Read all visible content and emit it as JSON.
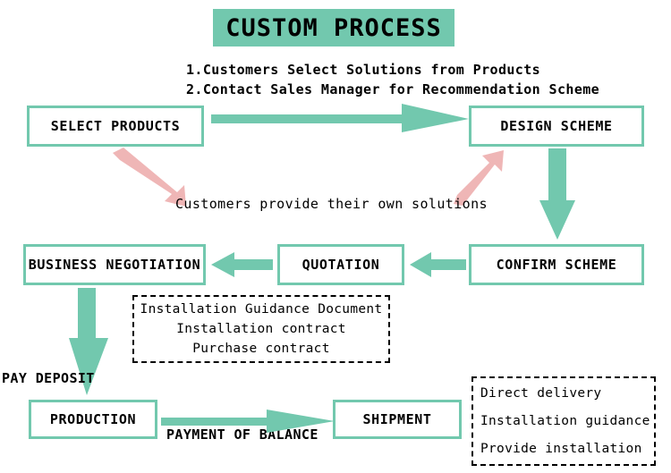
{
  "title": {
    "text": "CUSTOM PROCESS",
    "banner_color": "#72c8ae"
  },
  "intro": {
    "line1": "1.Customers Select Solutions from Products",
    "line2": "2.Contact Sales Manager for Recommendation Scheme"
  },
  "colors": {
    "green": "#72c8ae",
    "pink": "#efb6b6",
    "text": "#000000",
    "background": "#ffffff"
  },
  "boxes": {
    "select_products": "SELECT PRODUCTS",
    "design_scheme": "DESIGN SCHEME",
    "confirm_scheme": "CONFIRM SCHEME",
    "quotation": "QUOTATION",
    "business_negotiation": "BUSINESS NEGOTIATION",
    "production": "PRODUCTION",
    "shipment": "SHIPMENT"
  },
  "labels": {
    "own_solutions": "Customers provide their own solutions",
    "pay_deposit": "PAY DEPOSIT",
    "payment_of_balance": "PAYMENT OF BALANCE"
  },
  "notes": {
    "documents": [
      "Installation Guidance Document",
      "Installation contract",
      "Purchase contract"
    ],
    "delivery": [
      "Direct delivery",
      "Installation guidance",
      "Provide installation"
    ]
  },
  "arrows": [
    {
      "name": "select-products-to-design-scheme",
      "direction": "right",
      "color": "#72c8ae"
    },
    {
      "name": "design-scheme-to-confirm-scheme",
      "direction": "down",
      "color": "#72c8ae"
    },
    {
      "name": "confirm-scheme-to-quotation",
      "direction": "left",
      "color": "#72c8ae"
    },
    {
      "name": "quotation-to-business-negotiation",
      "direction": "left",
      "color": "#72c8ae"
    },
    {
      "name": "business-negotiation-to-production",
      "direction": "down",
      "color": "#72c8ae"
    },
    {
      "name": "production-to-shipment",
      "direction": "right",
      "color": "#72c8ae"
    },
    {
      "name": "select-products-to-own-solutions",
      "direction": "down-right",
      "color": "#efb6b6"
    },
    {
      "name": "own-solutions-to-design-scheme",
      "direction": "up-right",
      "color": "#efb6b6"
    }
  ]
}
